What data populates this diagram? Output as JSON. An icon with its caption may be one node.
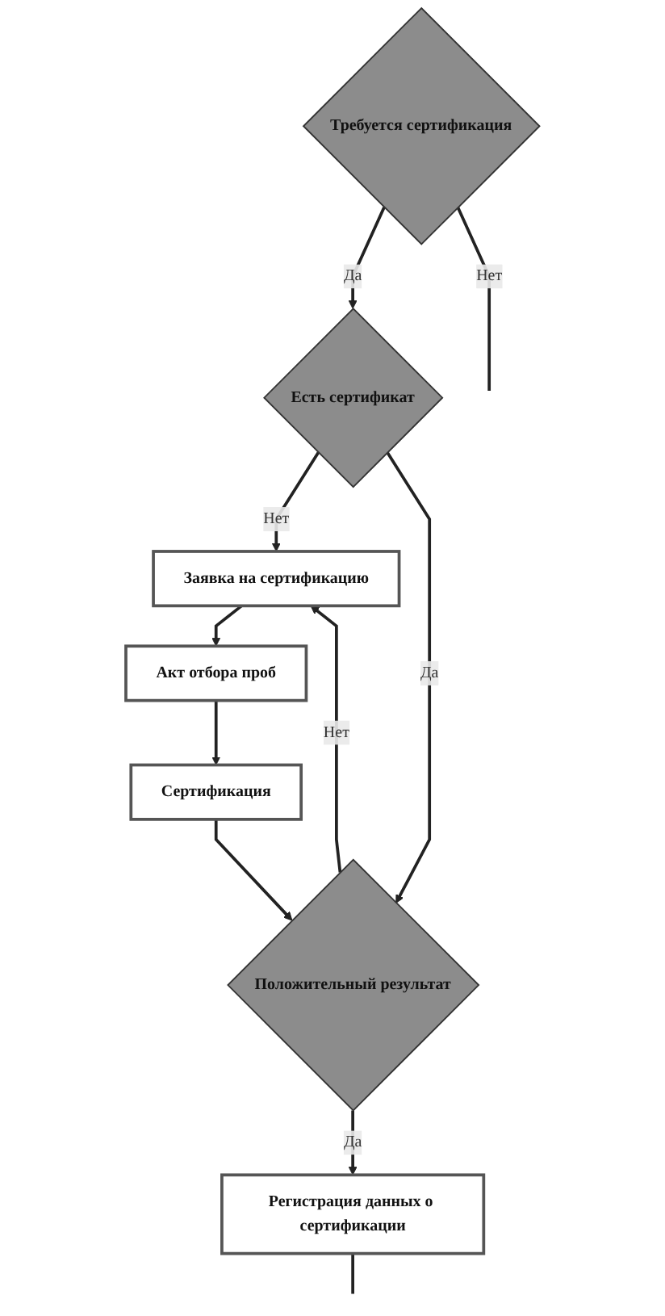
{
  "diagram": {
    "nodes": [
      {
        "text": [
          "Требуется сертификация"
        ]
      },
      {
        "text": [
          "Есть сертификат"
        ]
      },
      {
        "text": [
          "Заявка на сертификацию"
        ]
      },
      {
        "text": [
          "Акт отбора проб"
        ]
      },
      {
        "text": [
          "Сертификация"
        ]
      },
      {
        "text": [
          "Положительный результат"
        ]
      },
      {
        "text": [
          "Регистрация данных о сертификации"
        ]
      }
    ],
    "edges": [
      {
        "from": 0,
        "to": 1,
        "label": "Да",
        "arrow": "to"
      },
      {
        "from": 0,
        "to": null,
        "label": "Нет",
        "arrow": "none"
      },
      {
        "from": 1,
        "to": 2,
        "label": "Нет",
        "arrow": "to"
      },
      {
        "from": 2,
        "to": 3,
        "arrow": "to"
      },
      {
        "from": 3,
        "to": 4,
        "arrow": "to"
      },
      {
        "from": 4,
        "to": 5,
        "arrow": "to"
      },
      {
        "from": 5,
        "to": 6,
        "label": "Да",
        "arrow": "to"
      },
      {
        "from": 6,
        "to": null,
        "arrow": "none"
      },
      {
        "from": 1,
        "to": 5,
        "label": "Да",
        "arrow": "to"
      },
      {
        "from": 5,
        "to": 2,
        "label": "Нет",
        "arrow": "to"
      }
    ]
  }
}
